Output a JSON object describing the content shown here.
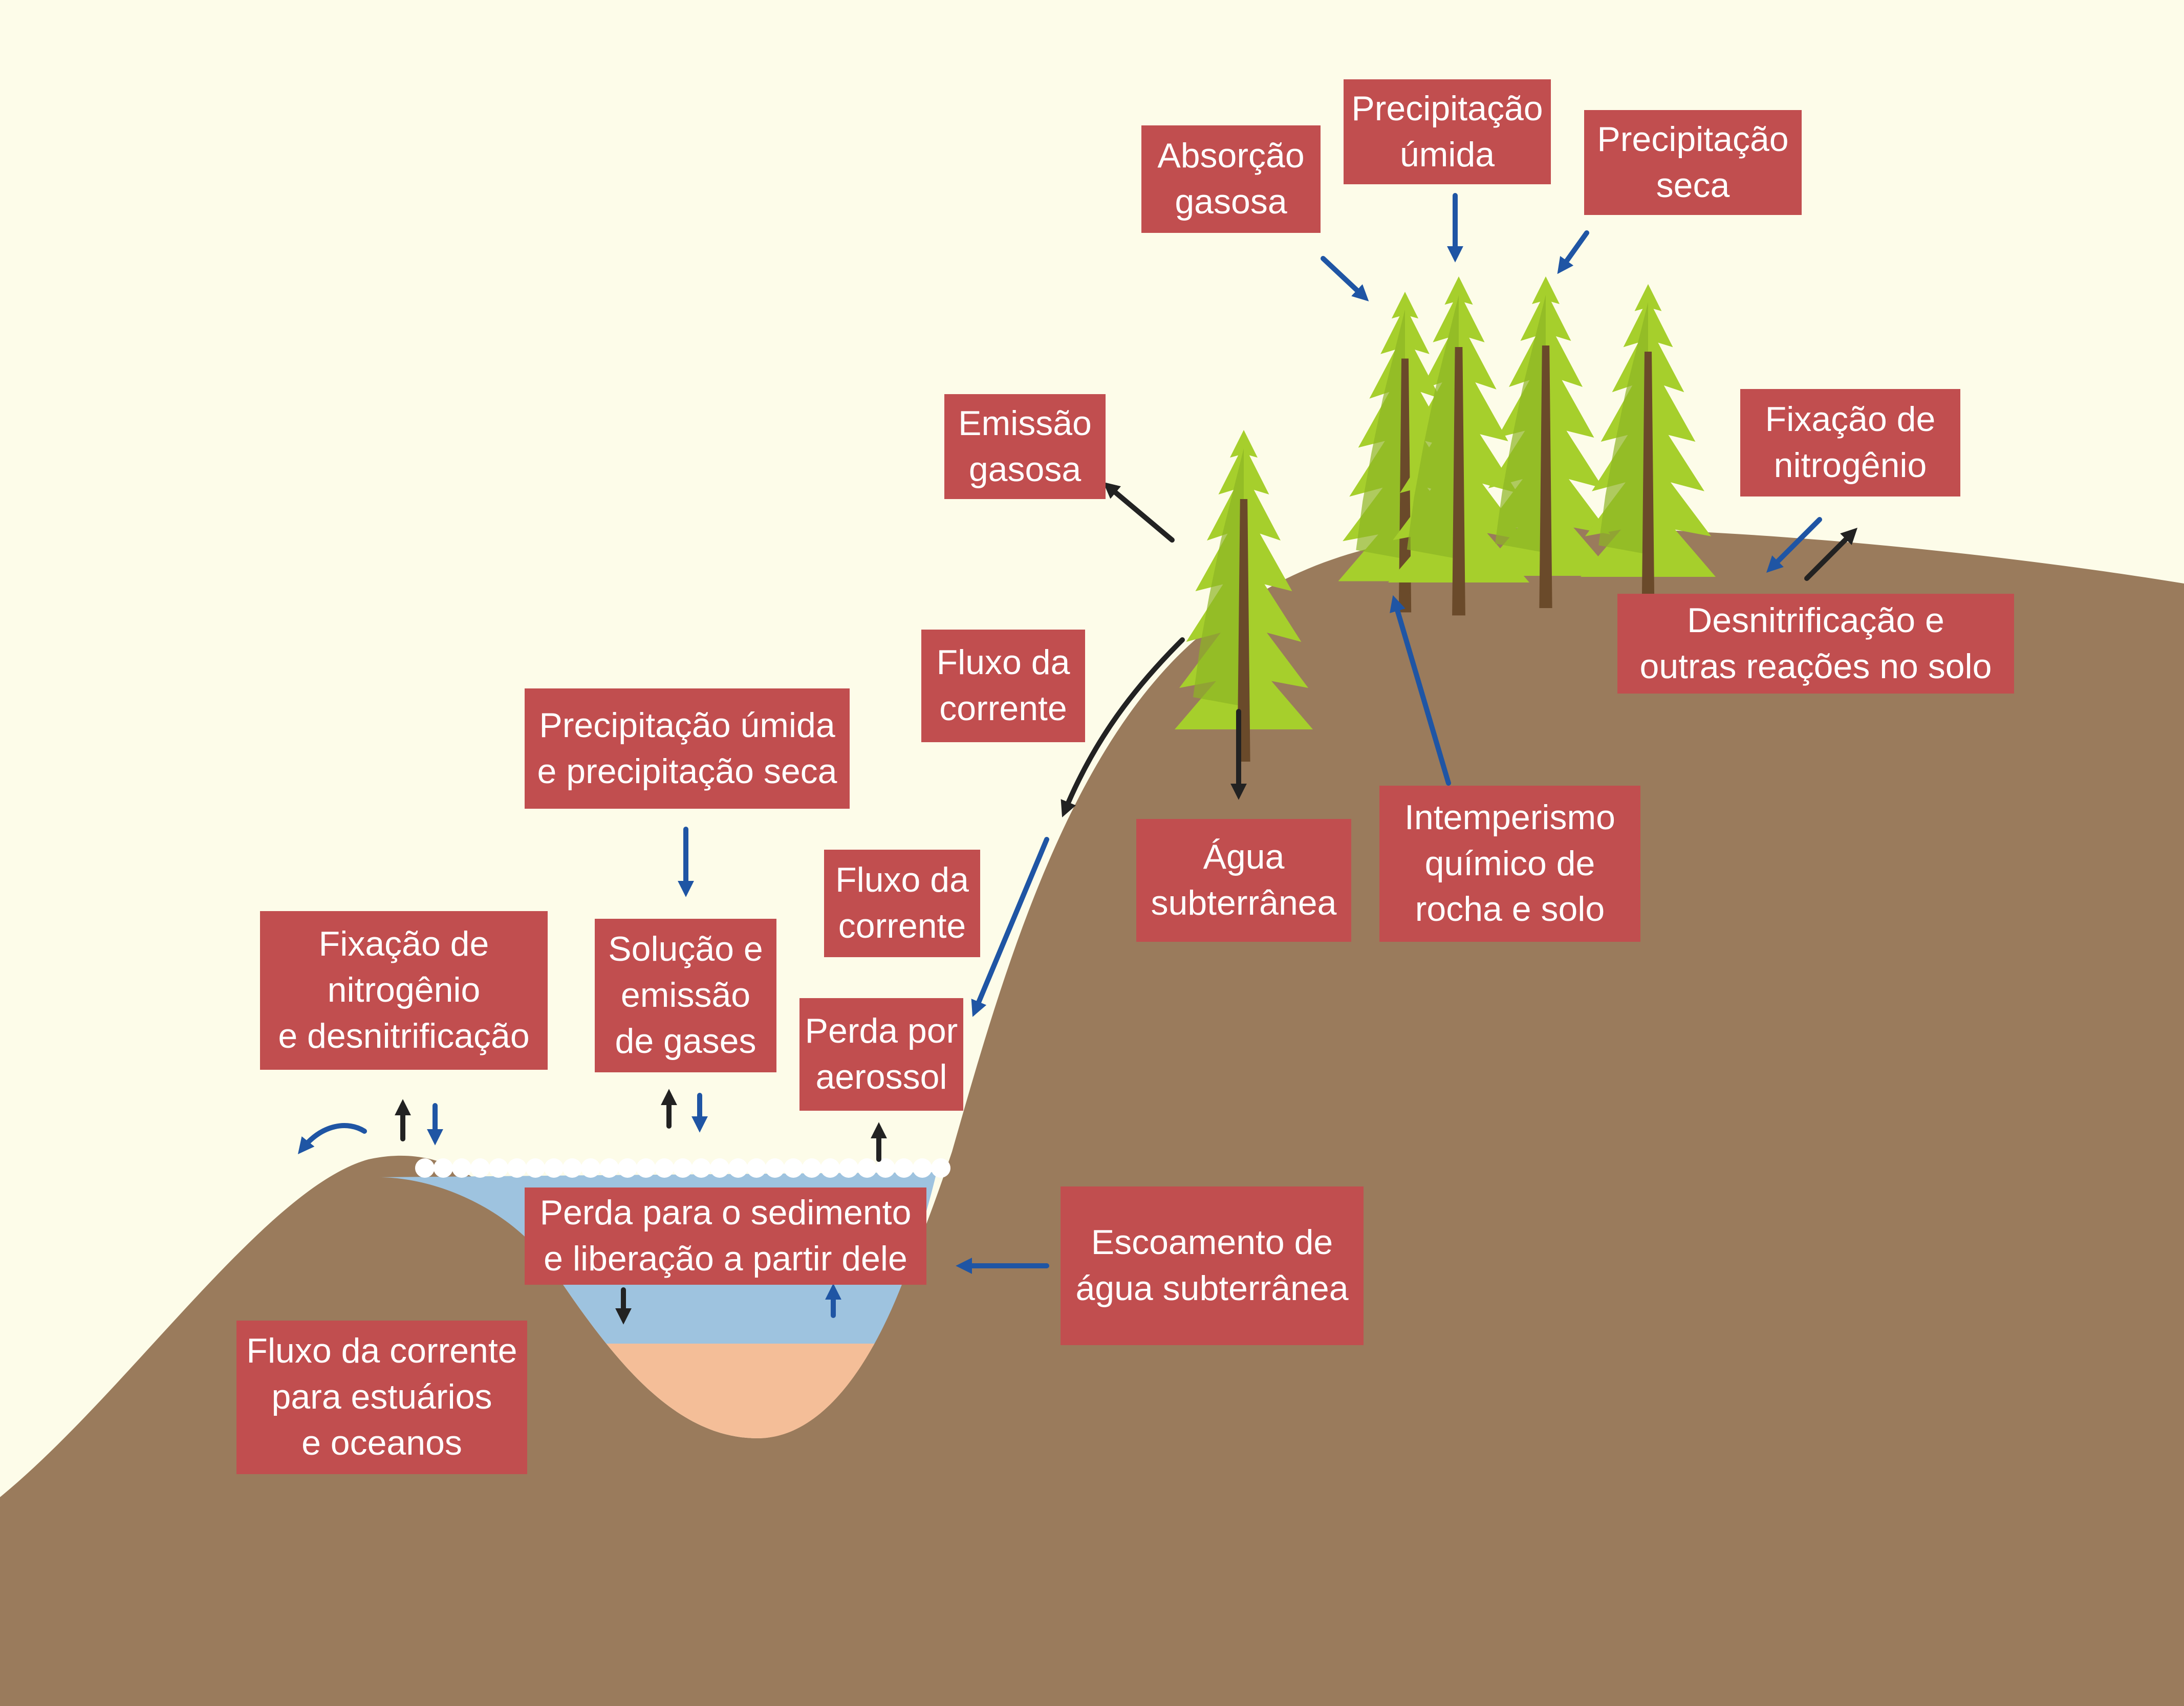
{
  "colors": {
    "background": "#fdfce9",
    "ground": "#9a7b5c",
    "water": "#9ec3df",
    "sediment": "#f4be98",
    "label_box": "#c14e4f",
    "label_text": "#ffffff",
    "arrow_black": "#222222",
    "arrow_blue": "#1f55a4",
    "tree_foliage": "#a6cf2c",
    "tree_trunk": "#6a4a2a"
  },
  "labels": {
    "absorcao_gasosa": "Absorção\ngasosa",
    "precipitacao_umida": "Precipitação\númida",
    "precipitacao_seca": "Precipitação\nseca",
    "emissao_gasosa": "Emissão\ngasosa",
    "fixacao_nitrogenio_top": "Fixação de\nnitrogênio",
    "desnitrificacao_solo": "Desnitrificação e\noutras reações no solo",
    "fluxo_corrente_upper": "Fluxo da\ncorrente",
    "precipitacao_umida_e_seca": "Precipitação úmida\ne precipitação seca",
    "fluxo_corrente_mid": "Fluxo da\ncorrente",
    "agua_subterranea": "Água\nsubterrânea",
    "intemperismo": "Intemperismo\nquímico de\nrocha e solo",
    "fixacao_desnitrificacao": "Fixação de\nnitrogênio\ne desnitrificação",
    "solucao_emissao": "Solução e\nemissão\nde gases",
    "perda_aerossol": "Perda por\naerossol",
    "perda_sedimento": "Perda para o sedimento\ne liberação a partir dele",
    "escoamento": "Escoamento de\nágua subterrânea",
    "fluxo_estuarios": "Fluxo da corrente\npara estuários\ne oceanos"
  }
}
